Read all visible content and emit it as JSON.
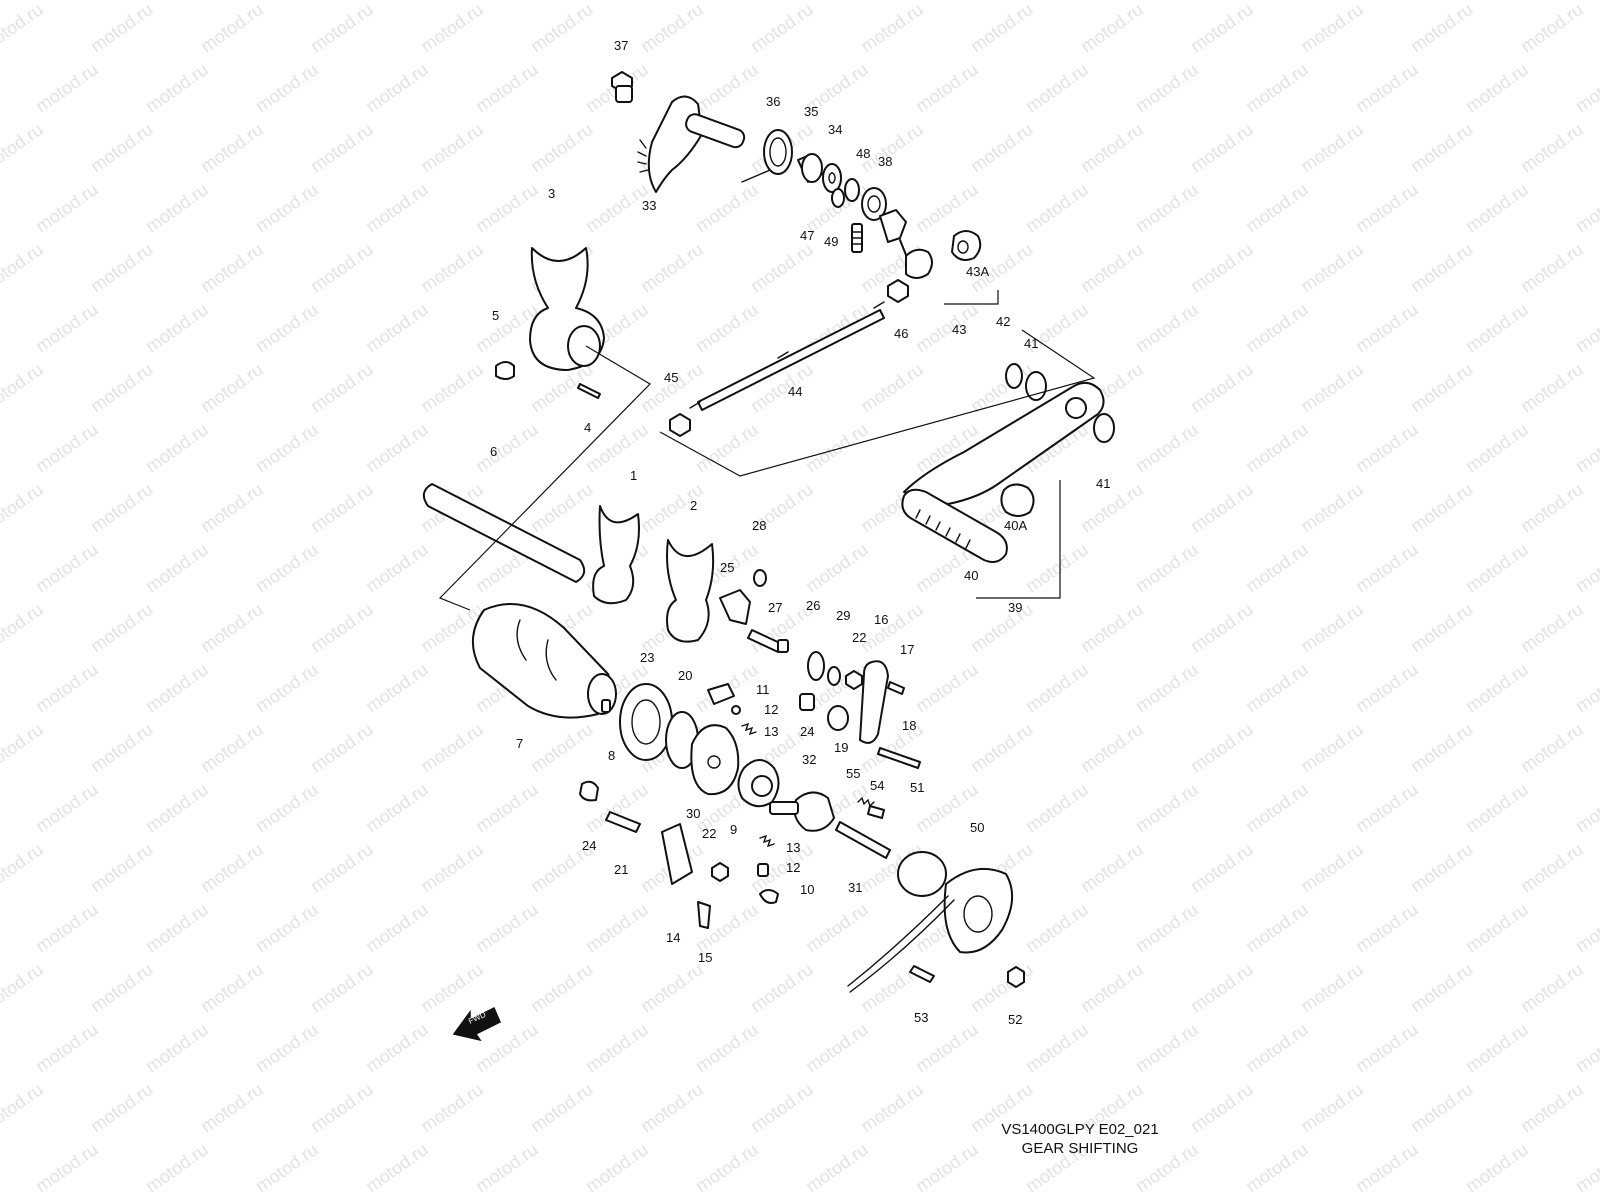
{
  "watermark": "motod.ru",
  "diagram": {
    "caption_code": "VS1400GLPY E02_021",
    "caption_title": "GEAR SHIFTING",
    "fwd_label": "FWD",
    "part_labels": [
      "1",
      "2",
      "3",
      "4",
      "5",
      "6",
      "7",
      "8",
      "9",
      "10",
      "11",
      "12",
      "12",
      "13",
      "13",
      "14",
      "15",
      "16",
      "17",
      "18",
      "19",
      "20",
      "21",
      "22",
      "22",
      "23",
      "24",
      "24",
      "25",
      "26",
      "27",
      "28",
      "29",
      "30",
      "31",
      "32",
      "33",
      "34",
      "35",
      "36",
      "37",
      "38",
      "39",
      "40",
      "40A",
      "41",
      "41",
      "42",
      "43",
      "43A",
      "44",
      "45",
      "46",
      "47",
      "48",
      "49",
      "50",
      "51",
      "52",
      "53",
      "54",
      "55"
    ]
  }
}
